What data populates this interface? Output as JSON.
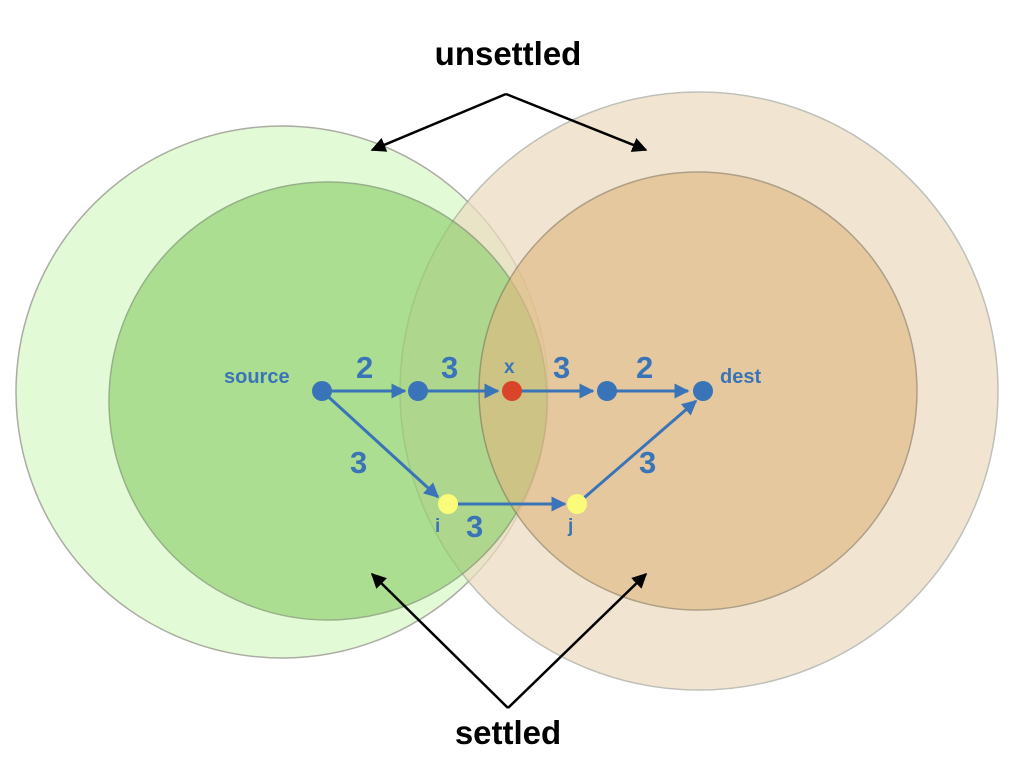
{
  "labels": {
    "unsettled": "unsettled",
    "settled": "settled"
  },
  "nodes": {
    "source": "source",
    "dest": "dest",
    "x": "x",
    "i": "i",
    "j": "j"
  },
  "weights": {
    "source_to_n1": "2",
    "n1_to_x": "3",
    "x_to_n2": "3",
    "n2_to_dest": "2",
    "source_to_i": "3",
    "i_to_j": "3",
    "j_to_dest": "3"
  },
  "colors": {
    "source_outer": "#e2fad4",
    "source_inner": "#a8e08c",
    "dest_outer": "#f1e3cc",
    "dest_inner": "#e2c594",
    "overlap_tint": "#c8d98a",
    "edge": "#3a74b8",
    "node": "#3a74b8",
    "node_x": "#d9442a",
    "node_ij": "#fbfb7a",
    "arrow": "#000000"
  }
}
